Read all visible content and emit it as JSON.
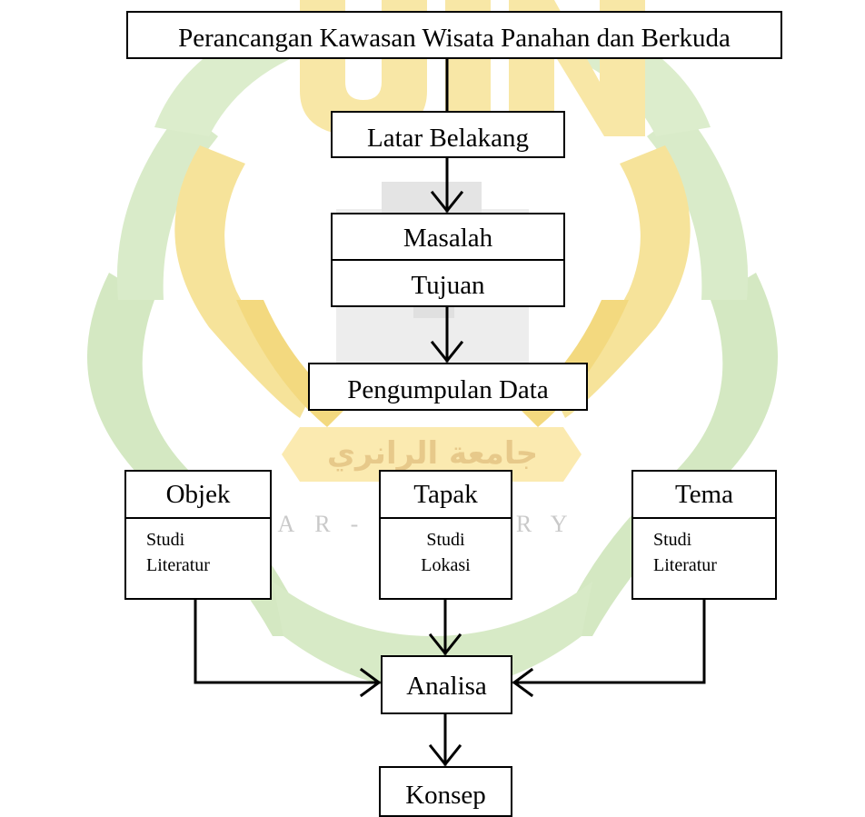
{
  "watermark": {
    "arabic": "جامعة الرانري",
    "latin": "AR-RANIRY"
  },
  "diagram": {
    "title": "Perancangan Kawasan Wisata Panahan dan Berkuda",
    "latar": "Latar Belakang",
    "masalah": "Masalah",
    "tujuan": "Tujuan",
    "pengumpulan": "Pengumpulan Data",
    "objek": {
      "head": "Objek",
      "line1": "Studi",
      "line2": "Literatur"
    },
    "tapak": {
      "head": "Tapak",
      "line1": "Studi",
      "line2": "Lokasi"
    },
    "tema": {
      "head": "Tema",
      "line1": "Studi",
      "line2": "Literatur"
    },
    "analisa": "Analisa",
    "konsep": "Konsep"
  },
  "colors": {
    "watermark_green": "#c7e0b0",
    "watermark_yellow": "#f7df8c",
    "line": "#000000"
  }
}
